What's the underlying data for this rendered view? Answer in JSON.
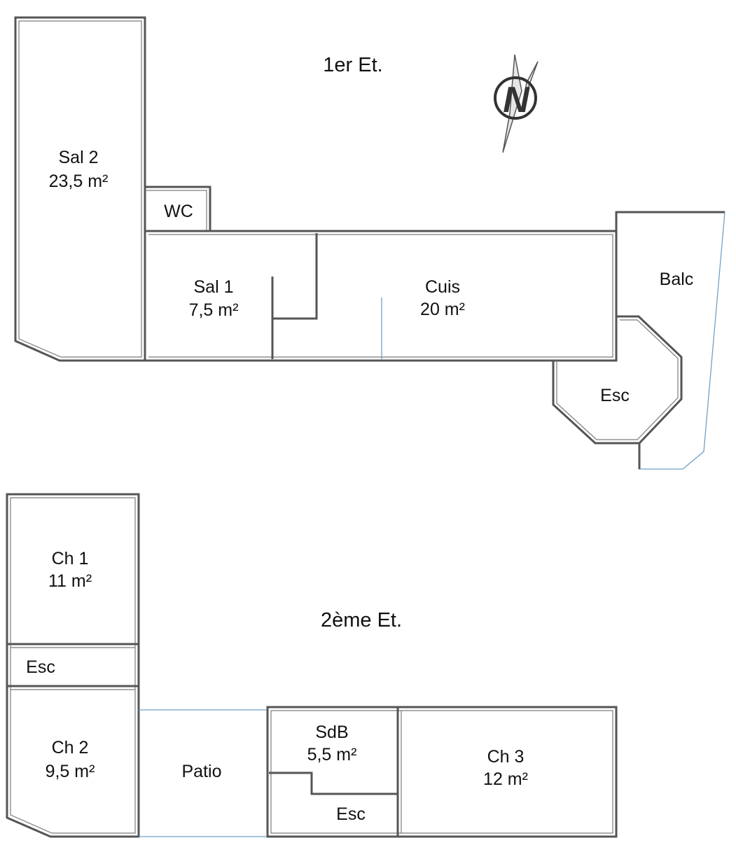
{
  "floors": [
    {
      "title": "1er Et.",
      "rooms": [
        {
          "name": "Sal 2",
          "area": "23,5 m²"
        },
        {
          "name": "WC",
          "area": ""
        },
        {
          "name": "Sal 1",
          "area": "7,5 m²"
        },
        {
          "name": "Cuis",
          "area": "20 m²"
        },
        {
          "name": "Balc",
          "area": ""
        },
        {
          "name": "Esc",
          "area": ""
        }
      ]
    },
    {
      "title": "2ème Et.",
      "rooms": [
        {
          "name": "Ch 1",
          "area": "11 m²"
        },
        {
          "name": "Esc",
          "area": ""
        },
        {
          "name": "Ch 2",
          "area": "9,5 m²"
        },
        {
          "name": "Patio",
          "area": ""
        },
        {
          "name": "SdB",
          "area": "5,5 m²"
        },
        {
          "name": "Esc",
          "area": ""
        },
        {
          "name": "Ch 3",
          "area": "12 m²"
        }
      ]
    }
  ],
  "compass": {
    "letter": "N",
    "icon": "north-arrow-icon"
  },
  "colors": {
    "wall": "#555555",
    "thin_line": "#6fa0c8",
    "text": "#111111"
  }
}
